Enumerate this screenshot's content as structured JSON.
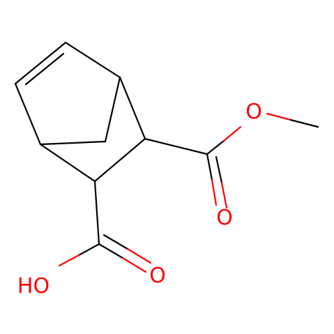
{
  "molecule": {
    "atoms": {
      "ester_o": "O",
      "carbonyl_o_ester": "O",
      "carbonyl_o_acid": "O",
      "hydroxyl": "HO"
    },
    "colors": {
      "bond": "#000000",
      "heteroatom": "#ff0000",
      "background": "#ffffff"
    }
  }
}
